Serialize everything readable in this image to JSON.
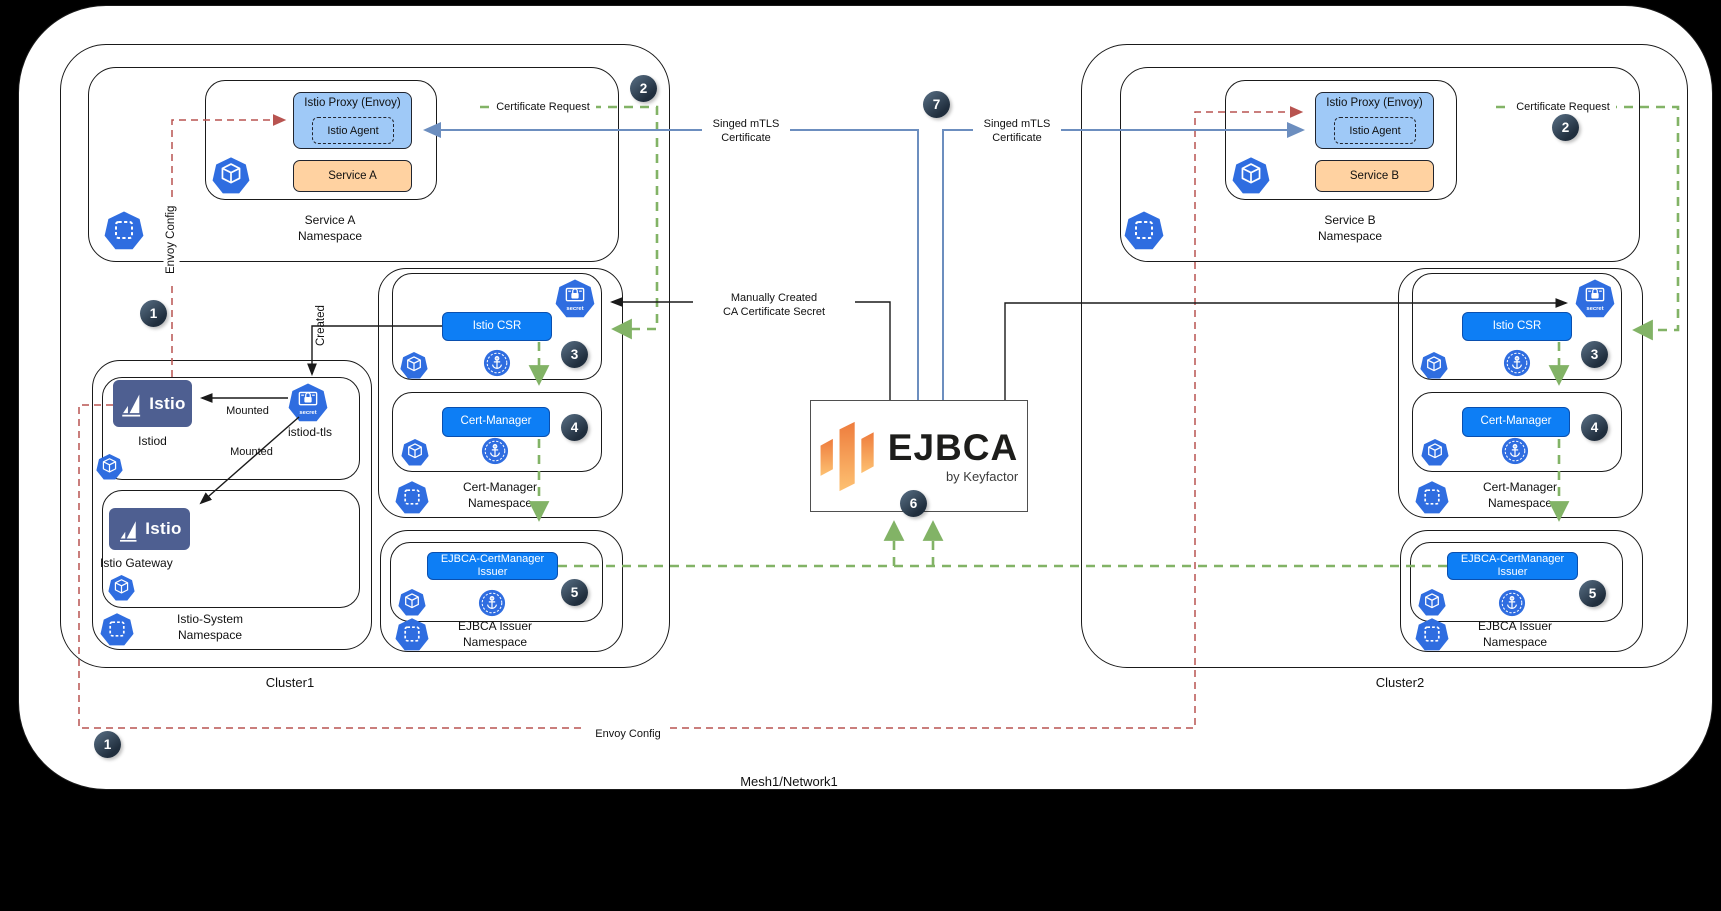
{
  "colors": {
    "accent_blue": "#0d7ef5",
    "light_blue": "#9fc9f7",
    "orange": "#ffd2a1",
    "istio_navy": "#4e5f91",
    "k8s_blue": "#2f6de0",
    "line_red": "#b85450",
    "line_green": "#82b366",
    "line_blue": "#6c8ebf",
    "badge_dark": "#22303f",
    "ejbca_orange": "#ee7c3d"
  },
  "mesh": {
    "label": "Mesh1/Network1"
  },
  "ejbca": {
    "name": "EJBCA",
    "byline": "by Keyfactor"
  },
  "icons": {
    "secret_text": "secret"
  },
  "badges": {
    "n1": "1",
    "n2": "2",
    "n3": "3",
    "n4": "4",
    "n5": "5",
    "n6": "6",
    "n7": "7"
  },
  "edges": {
    "envoy_config_vertical": "Envoy Config",
    "envoy_config_bottom": "Envoy Config",
    "cert_request_c1": "Certificate Request",
    "cert_request_c2": "Certificate Request",
    "mtls_c1_line1": "Singed mTLS",
    "mtls_c1_line2": "Certificate",
    "mtls_c2_line1": "Singed mTLS",
    "mtls_c2_line2": "Certificate",
    "manual_line1": "Manually Created",
    "manual_line2": "CA Certificate Secret",
    "mounted_istiod": "Mounted",
    "mounted_gateway": "Mounted",
    "created": "Created"
  },
  "cluster1": {
    "label": "Cluster1",
    "service_ns": {
      "line1": "Service A",
      "line2": "Namespace",
      "proxy": "Istio Proxy (Envoy)",
      "agent": "Istio Agent",
      "service": "Service A"
    },
    "istio_ns": {
      "line1": "Istio-System",
      "line2": "Namespace",
      "logo": "Istio",
      "istiod": "Istiod",
      "gateway": "Istio Gateway",
      "secret": "istiod-tls"
    },
    "certmgr_ns": {
      "line1": "Cert-Manager",
      "line2": "Namespace",
      "csr": "Istio CSR",
      "certmanager": "Cert-Manager"
    },
    "issuer_ns": {
      "line1": "EJBCA Issuer",
      "line2": "Namespace",
      "issuer1": "EJBCA-CertManager",
      "issuer2": "Issuer"
    }
  },
  "cluster2": {
    "label": "Cluster2",
    "service_ns": {
      "line1": "Service B",
      "line2": "Namespace",
      "proxy": "Istio Proxy (Envoy)",
      "agent": "Istio Agent",
      "service": "Service B"
    },
    "certmgr_ns": {
      "line1": "Cert-Manager",
      "line2": "Namespace",
      "csr": "Istio CSR",
      "certmanager": "Cert-Manager"
    },
    "issuer_ns": {
      "line1": "EJBCA Issuer",
      "line2": "Namespace",
      "issuer1": "EJBCA-CertManager",
      "issuer2": "Issuer"
    }
  }
}
